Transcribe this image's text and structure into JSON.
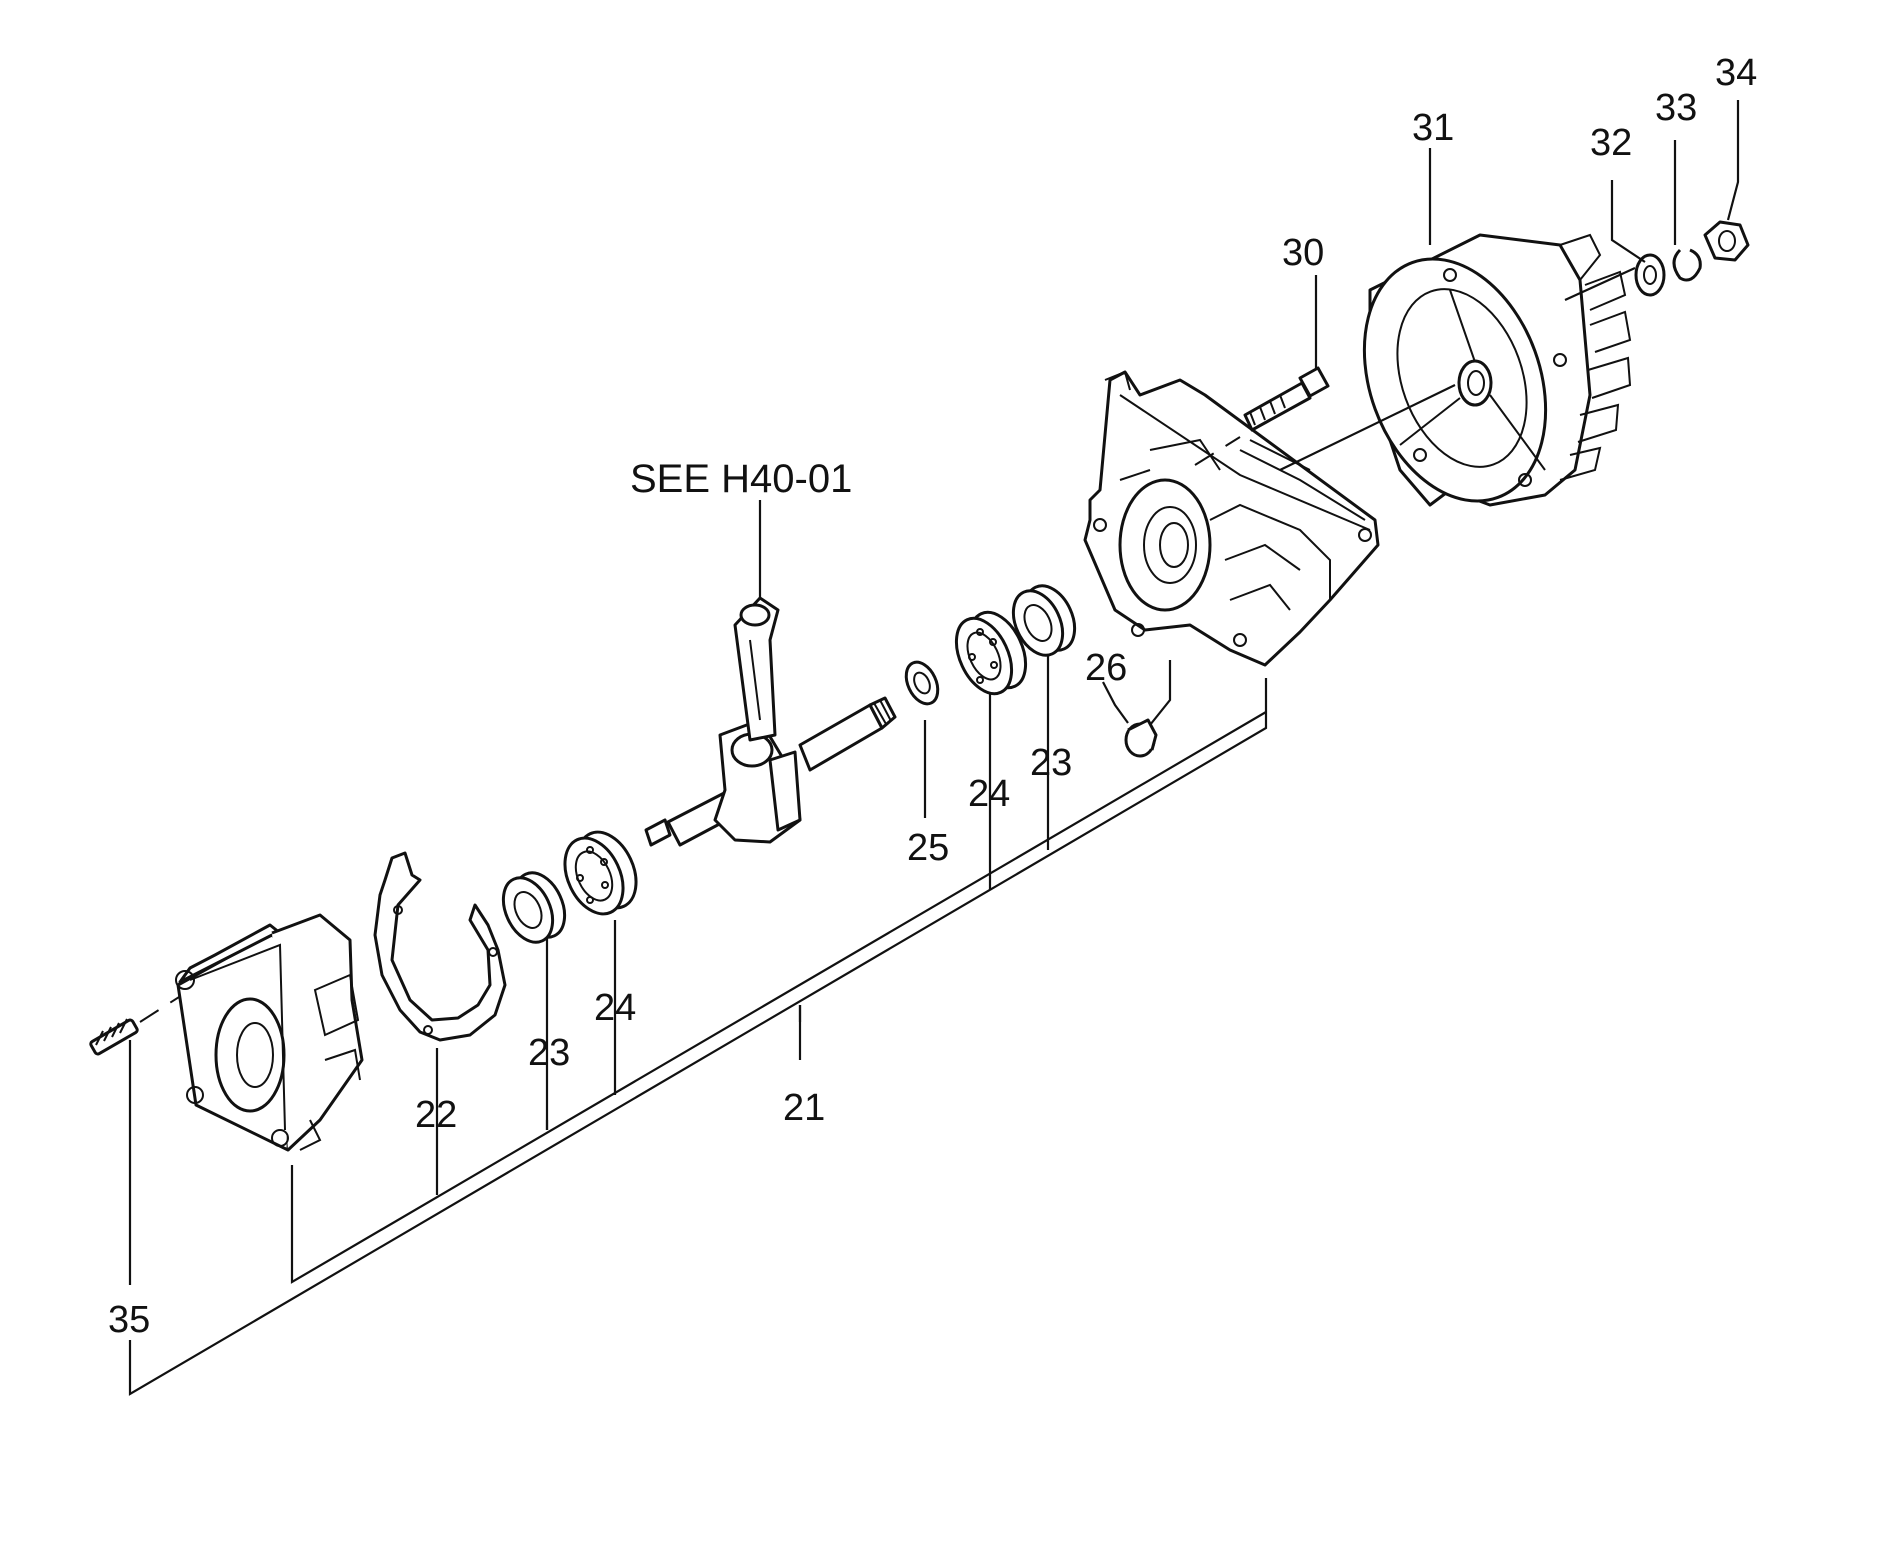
{
  "reference_note": "SEE H40-01",
  "callouts": {
    "p21": "21",
    "p22": "22",
    "p23a": "23",
    "p24a": "24",
    "p23b": "23",
    "p24b": "24",
    "p25": "25",
    "p26": "26",
    "p30": "30",
    "p31": "31",
    "p32": "32",
    "p33": "33",
    "p34": "34",
    "p35": "35"
  },
  "colors": {
    "ink": "#111111",
    "paper": "#ffffff"
  }
}
